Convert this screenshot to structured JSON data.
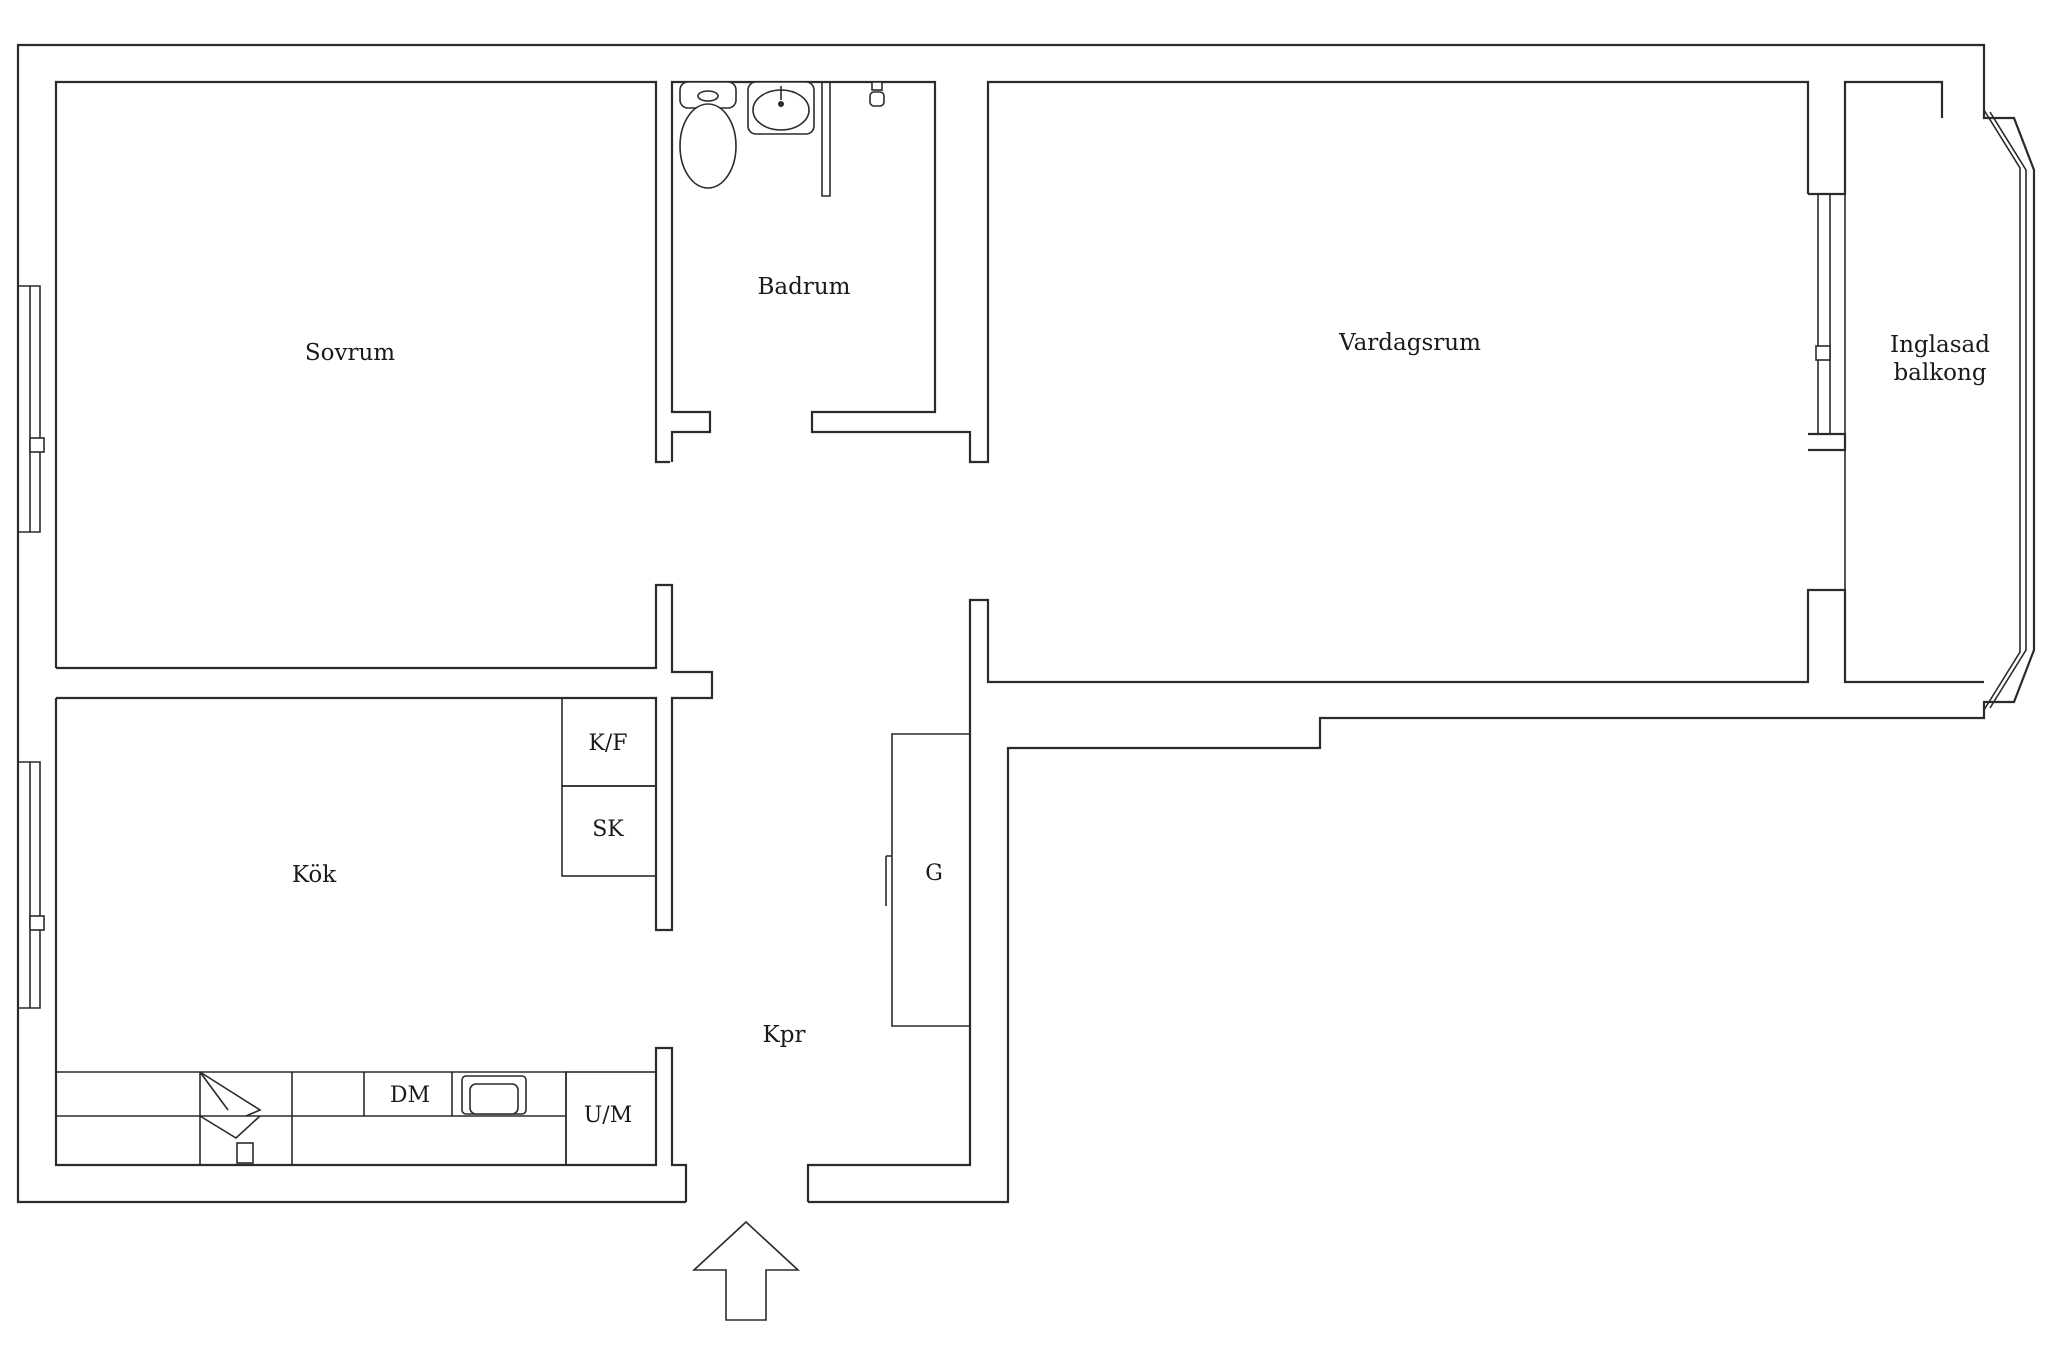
{
  "rooms": {
    "sovrum": "Sovrum",
    "badrum": "Badrum",
    "vardagsrum": "Vardagsrum",
    "balkong_line1": "Inglasad",
    "balkong_line2": "balkong",
    "kok": "Kök",
    "kpr": "Kpr"
  },
  "fixtures": {
    "kf": "K/F",
    "sk": "SK",
    "g": "G",
    "dm": "DM",
    "um": "U/M"
  },
  "icons": {
    "entrance": "entrance-arrow-icon",
    "toilet": "toilet-icon",
    "sink": "sink-icon",
    "shower": "shower-icon",
    "stove": "stove-icon",
    "kitchen_sink": "kitchen-sink-icon"
  }
}
